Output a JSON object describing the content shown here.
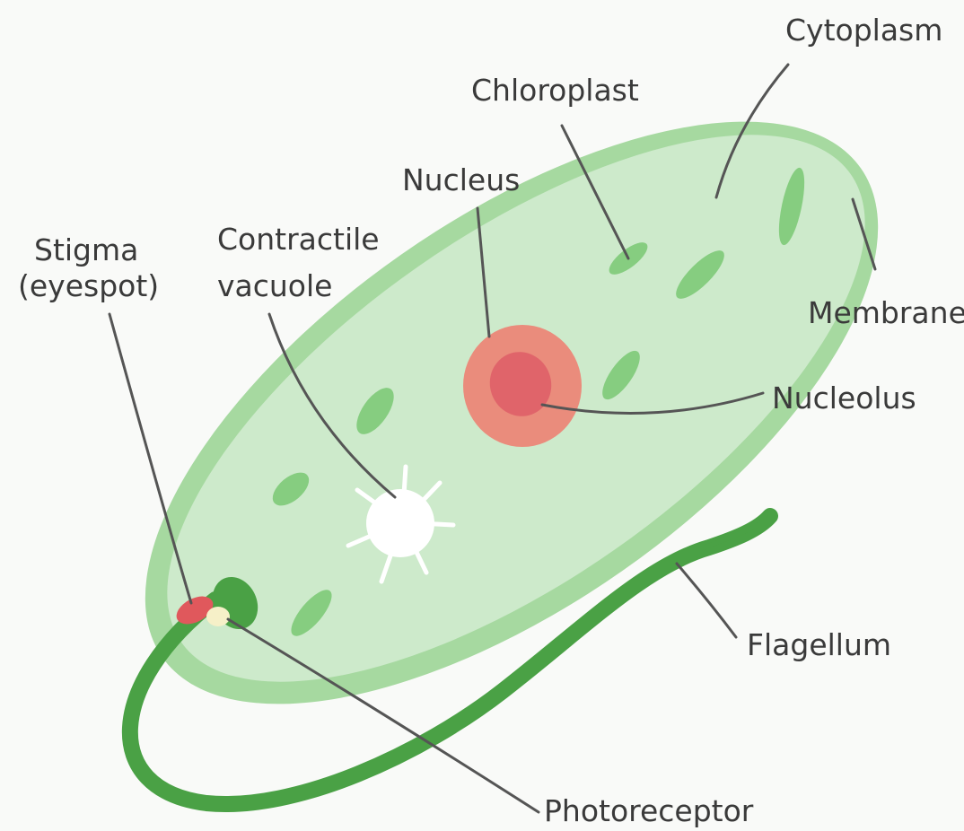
{
  "colors": {
    "background": "#f9faf8",
    "membrane": "#a6d9a0",
    "cytoplasm": "#cdeacb",
    "chloroplast": "#86cd80",
    "nucleus": "#ea8c7c",
    "nucleolus": "#e0646a",
    "vacuole": "#ffffff",
    "flagellum": "#4aa145",
    "stigma": "#e0585c",
    "photoreceptor": "#f6f0c8",
    "leader_line": "#555555",
    "label_text": "#3a3a3a"
  },
  "labels": {
    "cytoplasm": "Cytoplasm",
    "chloroplast": "Chloroplast",
    "nucleus": "Nucleus",
    "stigma_line1": "Stigma",
    "stigma_line2": "(eyespot)",
    "contractile_line1": "Contractile",
    "contractile_line2": "vacuole",
    "membrane": "Membrane",
    "nucleolus": "Nucleolus",
    "flagellum": "Flagellum",
    "photoreceptor": "Photoreceptor"
  }
}
